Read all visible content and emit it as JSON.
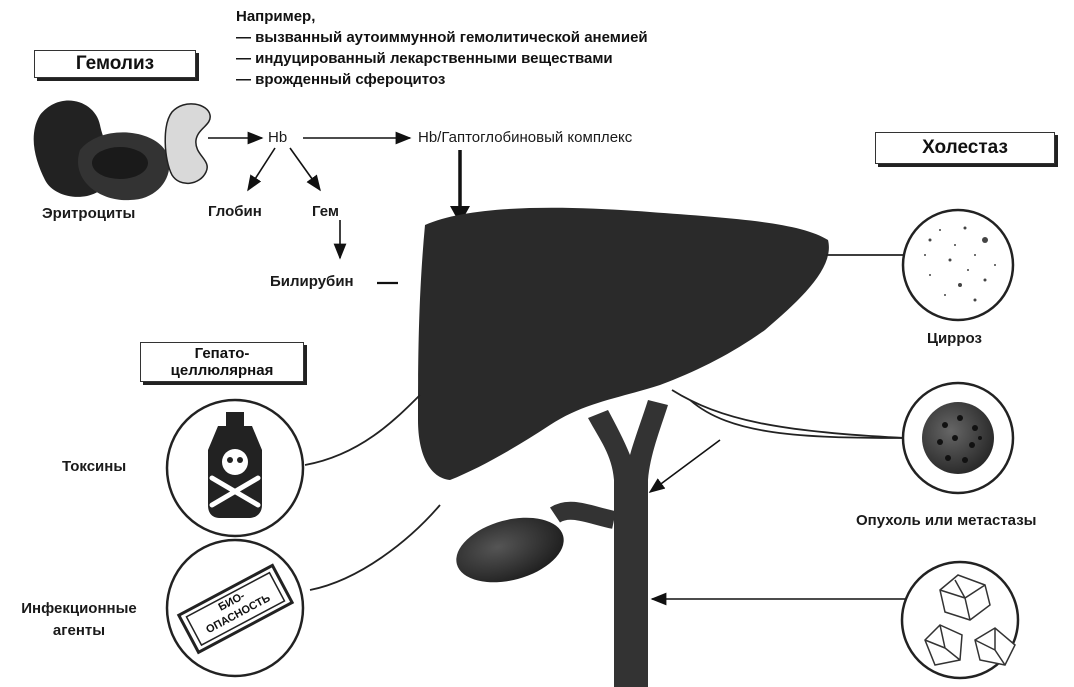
{
  "note": {
    "title": "Например,",
    "items": [
      "— вызванный аутоиммунной гемолитической анемией",
      "— индуцированный лекарственными веществами",
      "— врожденный сфероцитоз"
    ]
  },
  "categories": {
    "hemolysis": "Гемолиз",
    "hepatocellular_line1": "Гепато-",
    "hepatocellular_line2": "целлюлярная",
    "cholestasis": "Холестаз"
  },
  "pathway": {
    "erythrocytes": "Эритроциты",
    "hb": "Hb",
    "hb_complex": "Hb/Гаптоглобиновый комплекс",
    "globin": "Глобин",
    "heme": "Гем",
    "bilirubin": "Билирубин"
  },
  "causes": {
    "toxins": "Токсины",
    "infectious_line1": "Инфекционные",
    "infectious_line2": "агенты",
    "biohazard_line1": "БИО-",
    "biohazard_line2": "ОПАСНОСТЬ",
    "cirrhosis": "Цирроз",
    "tumor": "Опухоль или метастазы"
  }
}
